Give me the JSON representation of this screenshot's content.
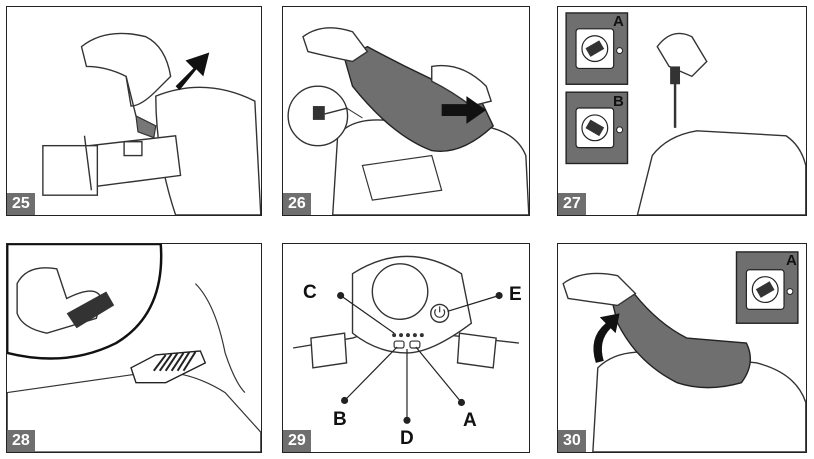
{
  "steps": [
    {
      "number": "25"
    },
    {
      "number": "26"
    },
    {
      "number": "27",
      "insets": [
        "A",
        "B"
      ]
    },
    {
      "number": "28"
    },
    {
      "number": "29",
      "callouts": [
        "C",
        "E",
        "B",
        "D",
        "A"
      ]
    },
    {
      "number": "30",
      "insets": [
        "A"
      ]
    }
  ]
}
